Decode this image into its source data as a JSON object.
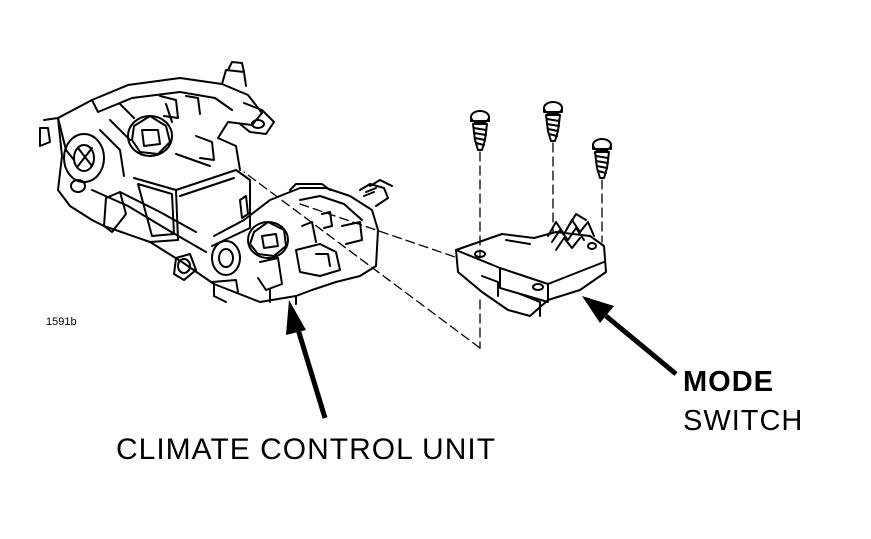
{
  "figure_id": "1591b",
  "labels": {
    "climate_control_unit": "CLIMATE CONTROL UNIT",
    "mode_switch_line1": "MODE",
    "mode_switch_line2": "SWITCH"
  },
  "colors": {
    "ink": "#000000",
    "paper": "#ffffff"
  }
}
